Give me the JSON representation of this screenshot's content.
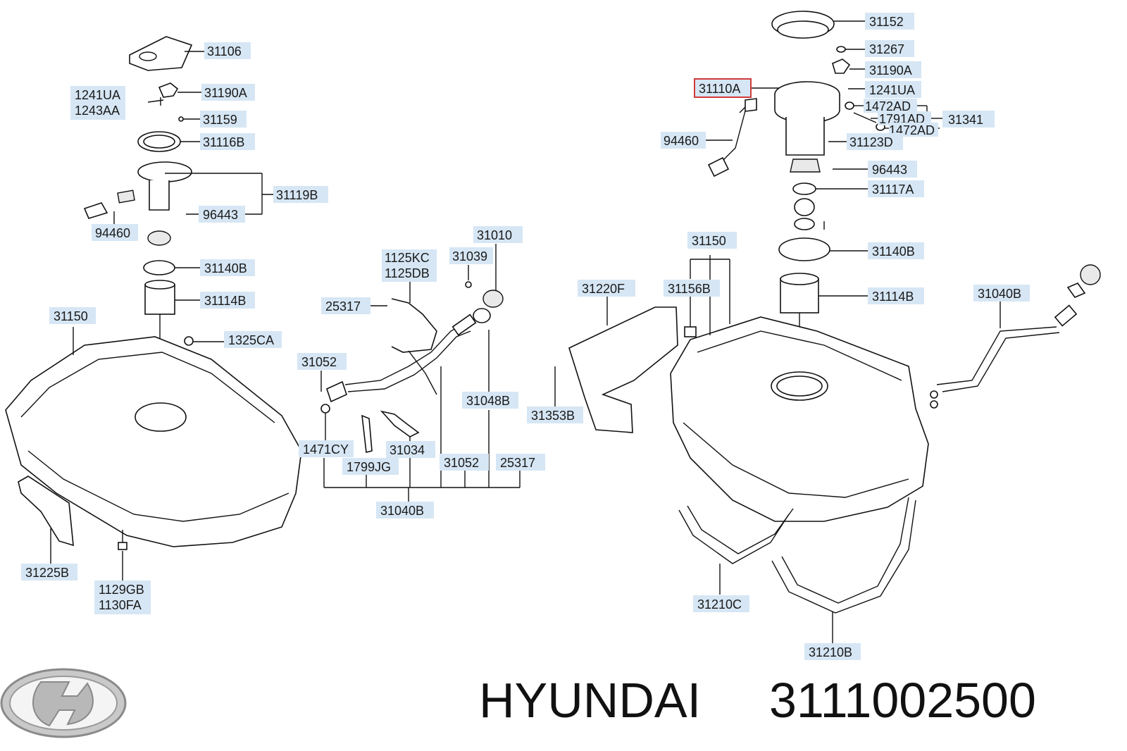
{
  "labels": {
    "l31106": "31106",
    "l1241ua_a": "1241UA",
    "l1243aa": "1243AA",
    "l31190a_a": "31190A",
    "l31159": "31159",
    "l31116b": "31116B",
    "l31119b": "31119B",
    "l96443_a": "96443",
    "l94460_a": "94460",
    "l31140b_a": "31140B",
    "l31114b_a": "31114B",
    "l31150_a": "31150",
    "l1325ca": "1325CA",
    "l31225b": "31225B",
    "l1129gb": "1129GB",
    "l1130fa": "1130FA",
    "l1125kc": "1125KC",
    "l1125db": "1125DB",
    "l31039": "31039",
    "l31010": "31010",
    "l25317_a": "25317",
    "l31052_a": "31052",
    "l31048b": "31048B",
    "l1471cy": "1471CY",
    "l1799jg": "1799JG",
    "l31034": "31034",
    "l31052_b": "31052",
    "l25317_b": "25317",
    "l31040b_a": "31040B",
    "l31152": "31152",
    "l31267": "31267",
    "l31190a_b": "31190A",
    "l31110a": "31110A",
    "l1241ua_b": "1241UA",
    "l1472ad_a": "1472AD",
    "l1791ad": "1791AD",
    "l1472ad_b": "1472AD",
    "l31341": "31341",
    "l94460_b": "94460",
    "l31123d": "31123D",
    "l96443_b": "96443",
    "l31117a": "31117A",
    "l31150_b": "31150",
    "l31140b_b": "31140B",
    "l31114b_b": "31114B",
    "l31220f": "31220F",
    "l31156b": "31156B",
    "l31040b_b": "31040B",
    "l31353b": "31353B",
    "l31210c": "31210C",
    "l31210b": "31210B"
  },
  "brand": {
    "name": "HYUNDAI",
    "part_number": "3111002500"
  },
  "colors": {
    "label_background": "#d6e6f4",
    "highlight": "#d23a3a",
    "line": "#111111"
  }
}
